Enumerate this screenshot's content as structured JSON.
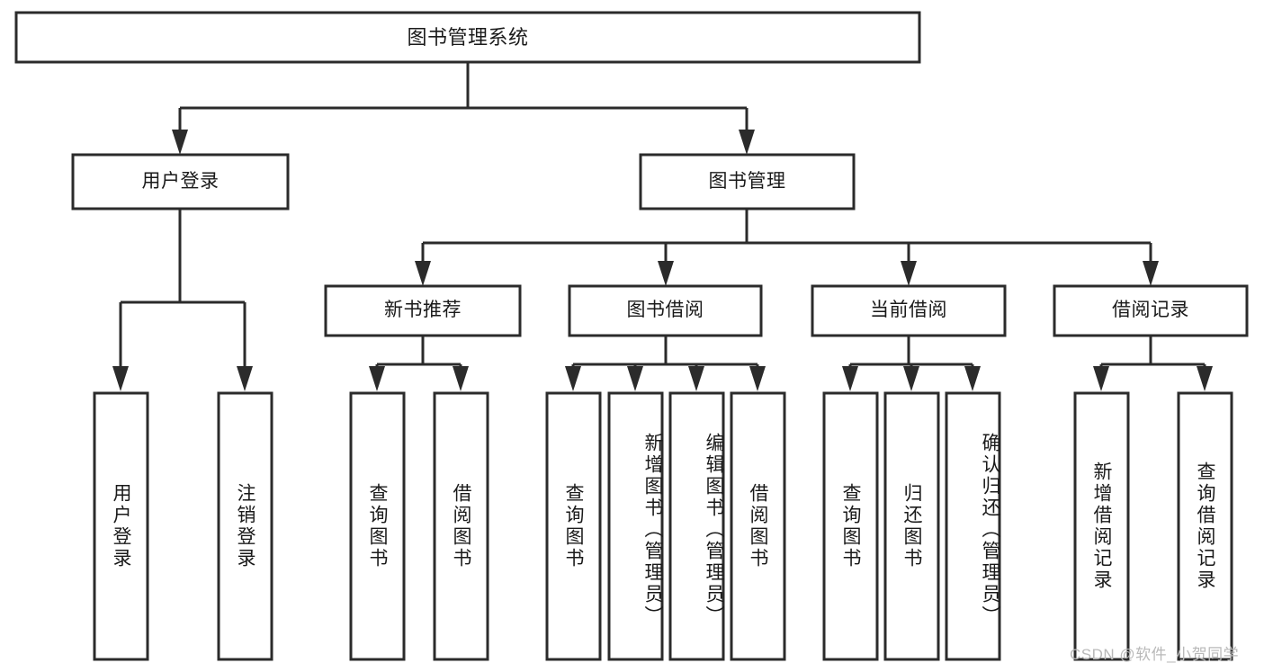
{
  "diagram": {
    "type": "tree-hierarchy-diagram",
    "title": "图书管理系统",
    "nodes": {
      "root": {
        "label": "图书管理系统",
        "level": 1,
        "orientation": "horizontal"
      },
      "l2": [
        {
          "id": "user-login",
          "label": "用户登录",
          "level": 2,
          "orientation": "horizontal"
        },
        {
          "id": "book-manage",
          "label": "图书管理",
          "level": 2,
          "orientation": "horizontal"
        }
      ],
      "l3": [
        {
          "id": "new-book-recommend",
          "label": "新书推荐",
          "level": 3,
          "orientation": "horizontal",
          "parent": "book-manage"
        },
        {
          "id": "book-borrow",
          "label": "图书借阅",
          "level": 3,
          "orientation": "horizontal",
          "parent": "book-manage"
        },
        {
          "id": "current-borrow",
          "label": "当前借阅",
          "level": 3,
          "orientation": "horizontal",
          "parent": "book-manage"
        },
        {
          "id": "borrow-record",
          "label": "借阅记录",
          "level": 3,
          "orientation": "horizontal",
          "parent": "book-manage"
        }
      ],
      "leaves": [
        {
          "id": "leaf-user-login",
          "label": "用户登录",
          "parent": "user-login",
          "orientation": "vertical",
          "long": false
        },
        {
          "id": "leaf-logout",
          "label": "注销登录",
          "parent": "user-login",
          "orientation": "vertical",
          "long": false
        },
        {
          "id": "leaf-query-book-1",
          "label": "查询图书",
          "parent": "new-book-recommend",
          "orientation": "vertical",
          "long": false
        },
        {
          "id": "leaf-borrow-book-1",
          "label": "借阅图书",
          "parent": "new-book-recommend",
          "orientation": "vertical",
          "long": false
        },
        {
          "id": "leaf-query-book-2",
          "label": "查询图书",
          "parent": "book-borrow",
          "orientation": "vertical",
          "long": false
        },
        {
          "id": "leaf-add-book",
          "label": "新增图书（管理员）",
          "parent": "book-borrow",
          "orientation": "vertical",
          "long": true
        },
        {
          "id": "leaf-edit-book",
          "label": "编辑图书（管理员）",
          "parent": "book-borrow",
          "orientation": "vertical",
          "long": true
        },
        {
          "id": "leaf-borrow-book-2",
          "label": "借阅图书",
          "parent": "book-borrow",
          "orientation": "vertical",
          "long": false
        },
        {
          "id": "leaf-query-book-3",
          "label": "查询图书",
          "parent": "current-borrow",
          "orientation": "vertical",
          "long": false
        },
        {
          "id": "leaf-return-book",
          "label": "归还图书",
          "parent": "current-borrow",
          "orientation": "vertical",
          "long": false
        },
        {
          "id": "leaf-confirm-return",
          "label": "确认归还（管理员）",
          "parent": "current-borrow",
          "orientation": "vertical",
          "long": true
        },
        {
          "id": "leaf-add-record",
          "label": "新增借阅记录",
          "parent": "borrow-record",
          "orientation": "vertical",
          "long": false
        },
        {
          "id": "leaf-query-record",
          "label": "查询借阅记录",
          "parent": "borrow-record",
          "orientation": "vertical",
          "long": false
        }
      ]
    },
    "colors": {
      "stroke": "#2b2b2b",
      "fill": "#ffffff",
      "text": "#1a1a1a",
      "watermark": "#b9b9b9",
      "background": "#ffffff"
    }
  },
  "watermark": {
    "text": "CSDN @软件_小贺同学"
  }
}
